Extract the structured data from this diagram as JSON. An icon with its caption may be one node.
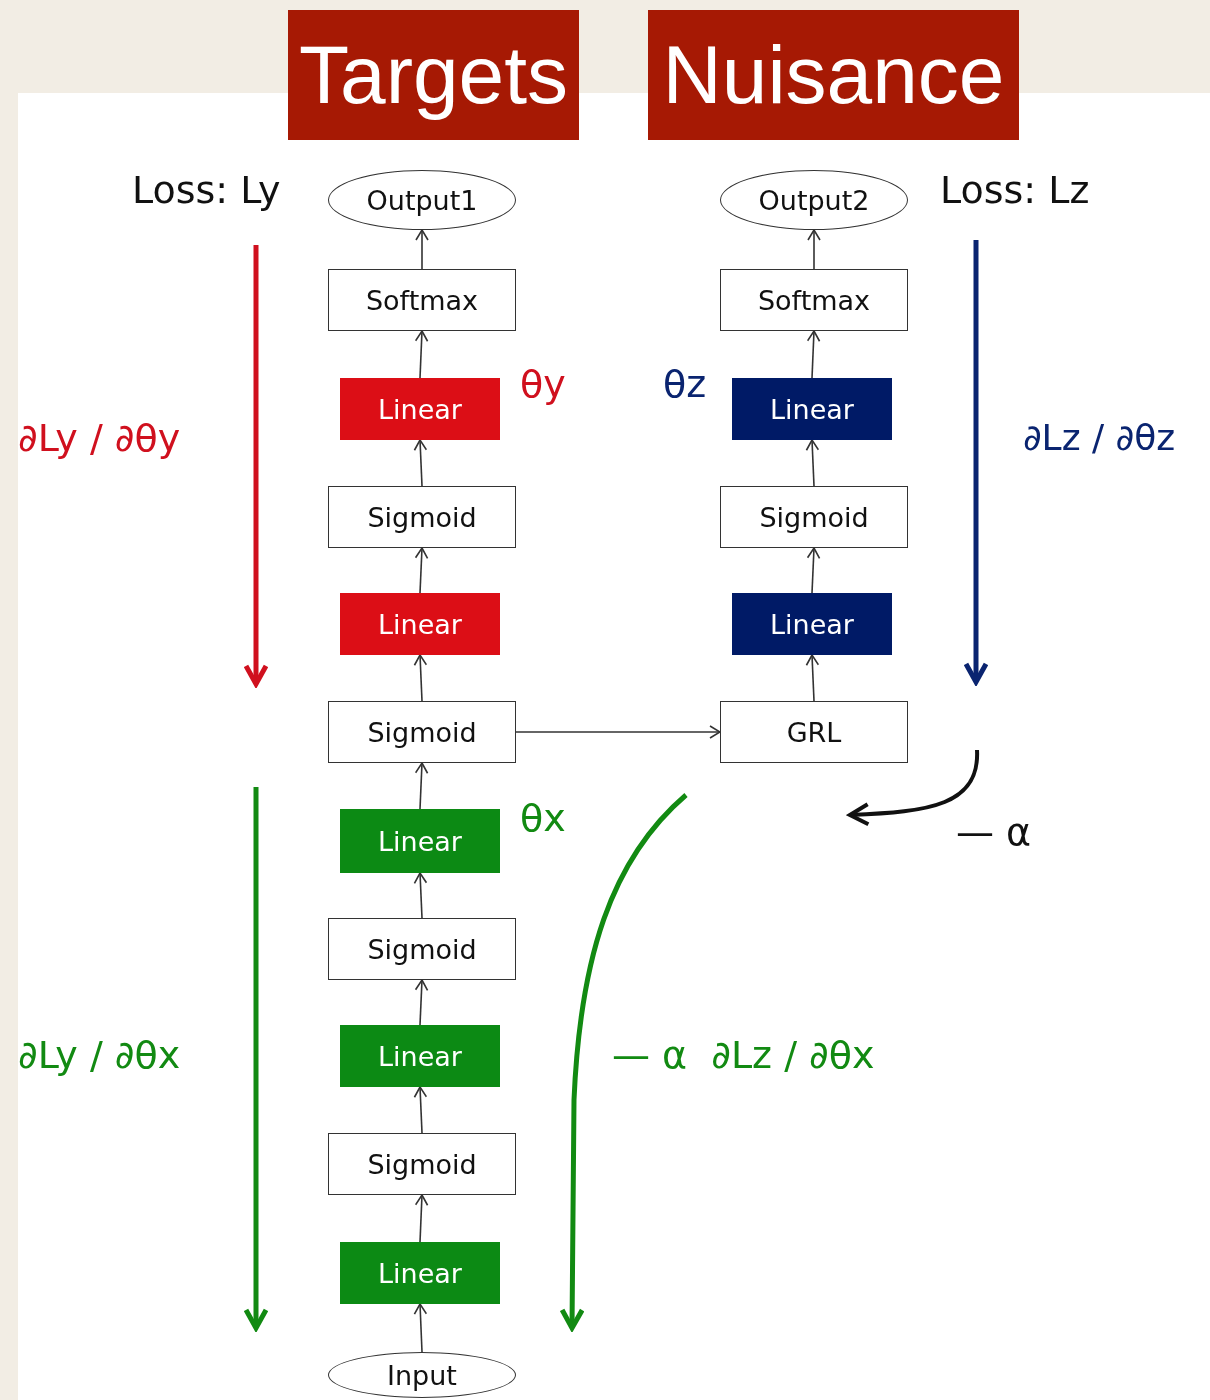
{
  "diagram": {
    "nodes": [
      {
        "text": [
          "Targets"
        ]
      },
      {
        "text": [
          "Nuisance"
        ]
      },
      {
        "text": [
          "Output1"
        ]
      },
      {
        "text": [
          "Output2"
        ]
      },
      {
        "text": [
          "Softmax"
        ]
      },
      {
        "text": [
          "Softmax"
        ]
      },
      {
        "text": [
          "Linear"
        ]
      },
      {
        "text": [
          "Linear"
        ]
      },
      {
        "text": [
          "Sigmoid"
        ]
      },
      {
        "text": [
          "Sigmoid"
        ]
      },
      {
        "text": [
          "Linear"
        ]
      },
      {
        "text": [
          "Linear"
        ]
      },
      {
        "text": [
          "Sigmoid"
        ]
      },
      {
        "text": [
          "GRL"
        ]
      },
      {
        "text": [
          "Linear"
        ]
      },
      {
        "text": [
          "Sigmoid"
        ]
      },
      {
        "text": [
          "Linear"
        ]
      },
      {
        "text": [
          "Sigmoid"
        ]
      },
      {
        "text": [
          "Linear"
        ]
      },
      {
        "text": [
          "Input"
        ]
      }
    ],
    "edges": [
      {
        "from": 19,
        "to": 18,
        "arrow": "to"
      },
      {
        "from": 18,
        "to": 17,
        "arrow": "to"
      },
      {
        "from": 17,
        "to": 16,
        "arrow": "to"
      },
      {
        "from": 16,
        "to": 15,
        "arrow": "to"
      },
      {
        "from": 15,
        "to": 14,
        "arrow": "to"
      },
      {
        "from": 14,
        "to": 12,
        "arrow": "to"
      },
      {
        "from": 12,
        "to": 10,
        "arrow": "to"
      },
      {
        "from": 10,
        "to": 8,
        "arrow": "to"
      },
      {
        "from": 8,
        "to": 6,
        "arrow": "to"
      },
      {
        "from": 6,
        "to": 4,
        "arrow": "to"
      },
      {
        "from": 4,
        "to": 2,
        "arrow": "to"
      },
      {
        "from": 12,
        "to": 13,
        "arrow": "to"
      },
      {
        "from": 13,
        "to": 11,
        "arrow": "to"
      },
      {
        "from": 11,
        "to": 9,
        "arrow": "to"
      },
      {
        "from": 9,
        "to": 7,
        "arrow": "to"
      },
      {
        "from": 7,
        "to": 5,
        "arrow": "to"
      },
      {
        "from": 5,
        "to": 3,
        "arrow": "to"
      }
    ],
    "labels": [
      "Loss: Ly",
      "Loss: Lz",
      "θy",
      "θz",
      "∂Ly / ∂θy",
      "∂Lz / ∂θz",
      "θx",
      "— α",
      "∂Ly / ∂θx",
      "— α  ∂Lz / ∂θx"
    ]
  }
}
